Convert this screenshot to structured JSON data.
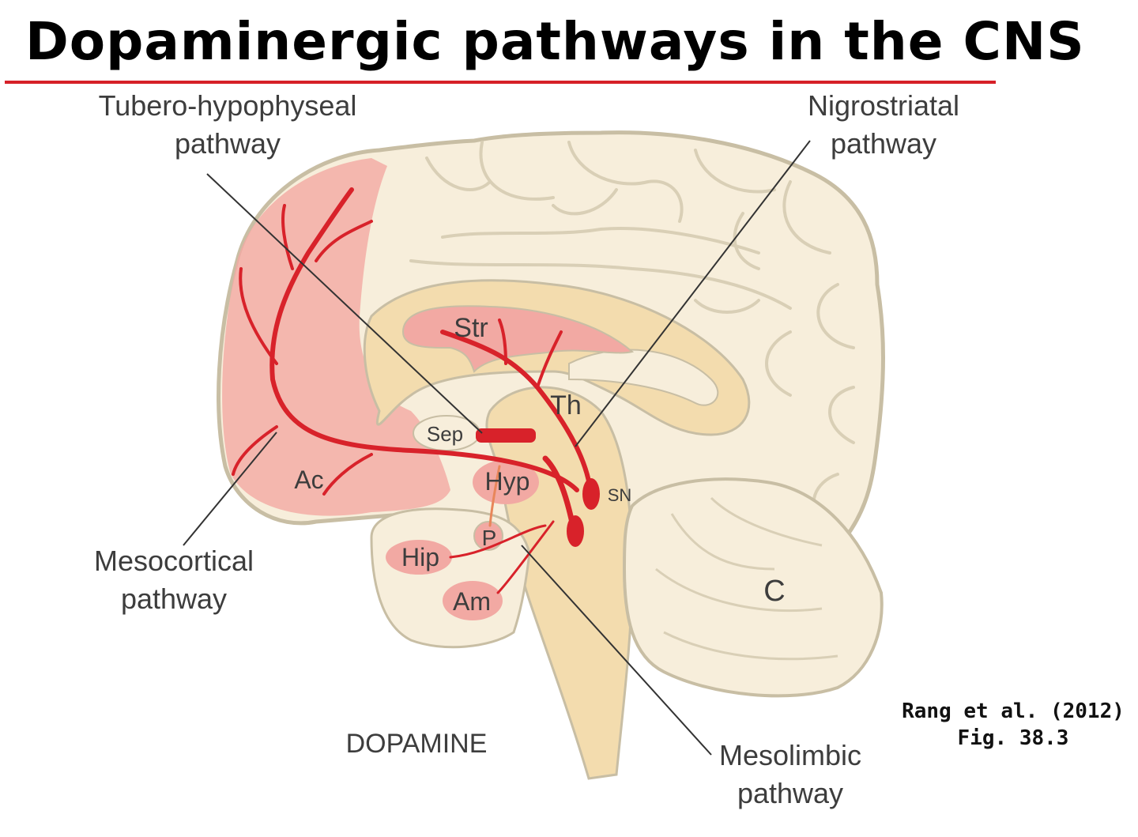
{
  "title": "Dopaminergic pathways in the CNS",
  "colors": {
    "title_rule": "#d62028",
    "brain_fill": "#f7eedb",
    "brain_outline": "#c8bea4",
    "deep_structures": "#f3dcae",
    "highlighted_region": "#f2a9a3",
    "dopamine_tract": "#d8222a",
    "leader_line": "#333333"
  },
  "pathway_labels": {
    "tuberohypophyseal_line1": "Tubero-hypophyseal",
    "tuberohypophyseal_line2": "pathway",
    "nigrostriatal_line1": "Nigrostriatal",
    "nigrostriatal_line2": "pathway",
    "mesocortical_line1": "Mesocortical",
    "mesocortical_line2": "pathway",
    "mesolimbic_line1": "Mesolimbic",
    "mesolimbic_line2": "pathway"
  },
  "structure_labels": {
    "striatum": "Str",
    "thalamus": "Th",
    "septum": "Sep",
    "accumbens": "Ac",
    "hypothalamus": "Hyp",
    "substantia_nigra": "SN",
    "pituitary": "P",
    "hippocampus": "Hip",
    "amygdala": "Am",
    "cerebellum": "C"
  },
  "neurotransmitter": "DOPAMINE",
  "reference": {
    "line1": "Rang et al. (2012)",
    "line2": "Fig. 38.3"
  }
}
